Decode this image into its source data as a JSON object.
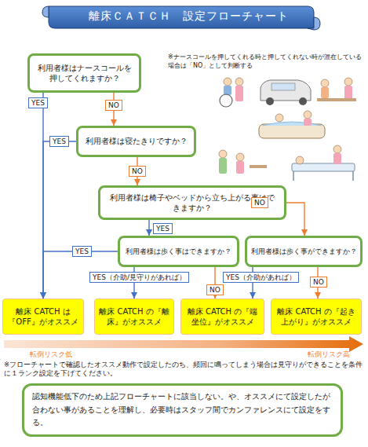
{
  "diagram": {
    "title": "離床ＣＡＴＣＨ　設定フローチャート",
    "nodes": [
      {
        "text": [
          "利用者様はナースコールを押してくれますか？"
        ]
      },
      {
        "text": [
          "利用者様は寝たきりですか？"
        ]
      },
      {
        "text": [
          "利用者様は椅子やベッドから立ち上がる事はできますか？"
        ]
      },
      {
        "text": [
          "利用者様は歩く事はできますか？"
        ]
      },
      {
        "text": [
          "利用者様は歩く事ができますか？"
        ]
      },
      {
        "text": [
          "離床 CATCH は『OFF』がオススメ"
        ]
      },
      {
        "text": [
          "離床 CATCH の『離床』がオススメ"
        ]
      },
      {
        "text": [
          "離床 CATCH の『端坐位』がオススメ"
        ]
      },
      {
        "text": [
          "離床 CATCH の『起き上がり』がオススメ"
        ]
      },
      {
        "text": [
          "認知機能低下のため上記フローチャートに該当しない。や、オススメにて設定したが合わない事があることを理解し、必要時はスタッフ間でカンファレンスにて設定をする。"
        ]
      }
    ],
    "edges": [
      {
        "from": 0,
        "to": 5,
        "label": "YES",
        "arrow": "to"
      },
      {
        "from": 0,
        "to": 1,
        "label": "NO",
        "arrow": "to"
      },
      {
        "from": 1,
        "to": 5,
        "label": "YES",
        "arrow": "to"
      },
      {
        "from": 1,
        "to": 2,
        "label": "NO",
        "arrow": "to"
      },
      {
        "from": 2,
        "to": 3,
        "label": "YES",
        "arrow": "to"
      },
      {
        "from": 2,
        "to": 4,
        "label": "NO",
        "arrow": "to"
      },
      {
        "from": 3,
        "to": 5,
        "label": "YES",
        "arrow": "to"
      },
      {
        "from": 3,
        "to": 6,
        "label": "YES（介助/見守りがあれば）",
        "arrow": "to"
      },
      {
        "from": 3,
        "to": 7,
        "label": "NO",
        "arrow": "to"
      },
      {
        "from": 4,
        "to": 7,
        "label": "YES（介助があれば）",
        "arrow": "to"
      },
      {
        "from": 4,
        "to": 8,
        "label": "NO",
        "arrow": "to"
      }
    ],
    "labels": [
      "※ナースコールを押してくれる時と押してくれない時が混在している場合は「NO」として判断する",
      "転倒リスク低",
      "転倒リスク高",
      "※フローチャートで確認したオススメ動作で設定したのち、頻回に鳴ってしまう場合は見守りができることを条件に１ランク設定を下げてください。"
    ]
  }
}
